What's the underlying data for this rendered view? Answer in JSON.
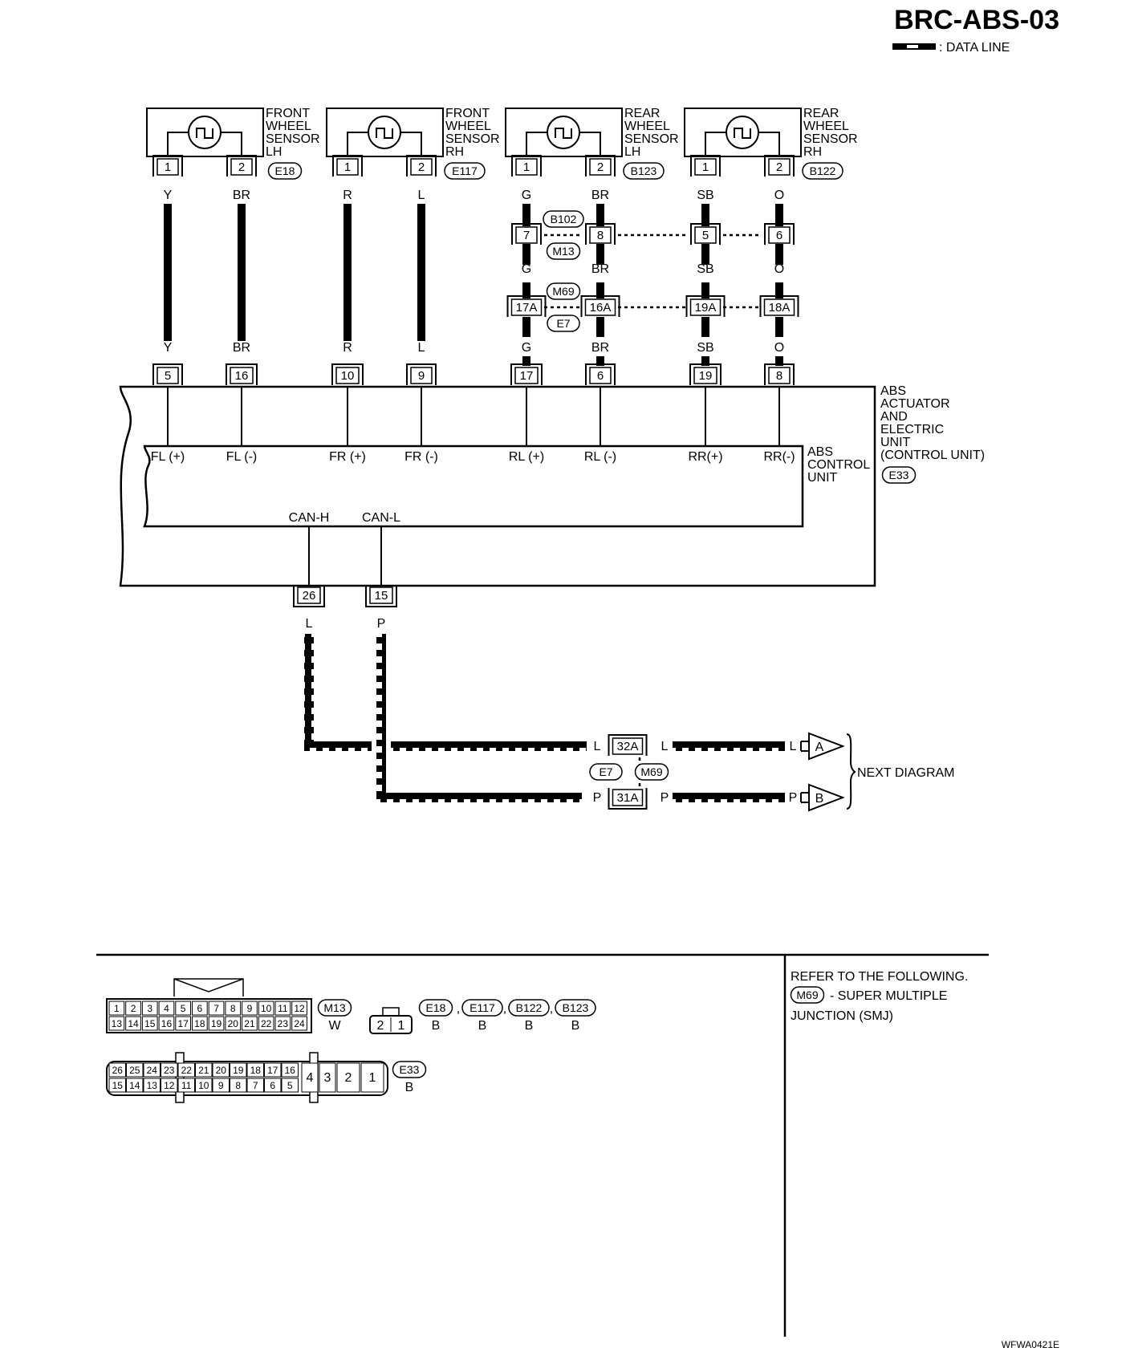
{
  "page": {
    "title": "BRC-ABS-03",
    "legend_label": ": DATA LINE",
    "footer_code": "WFWA0421E"
  },
  "sensors": [
    {
      "name": [
        "FRONT",
        "WHEEL",
        "SENSOR",
        "LH"
      ],
      "conn": "E18",
      "pin_a": "1",
      "pin_b": "2",
      "wire_a": "Y",
      "wire_b": "BR"
    },
    {
      "name": [
        "FRONT",
        "WHEEL",
        "SENSOR",
        "RH"
      ],
      "conn": "E117",
      "pin_a": "1",
      "pin_b": "2",
      "wire_a": "R",
      "wire_b": "L"
    },
    {
      "name": [
        "REAR",
        "WHEEL",
        "SENSOR",
        "LH"
      ],
      "conn": "B123",
      "pin_a": "1",
      "pin_b": "2",
      "wire_a": "G",
      "wire_b": "BR"
    },
    {
      "name": [
        "REAR",
        "WHEEL",
        "SENSOR",
        "RH"
      ],
      "conn": "B122",
      "pin_a": "1",
      "pin_b": "2",
      "wire_a": "SB",
      "wire_b": "O"
    }
  ],
  "junction1": {
    "conn_top": "B102",
    "conn_bottom": "M13",
    "pins": [
      "7",
      "8",
      "5",
      "6"
    ],
    "wires_below": [
      "G",
      "BR",
      "SB",
      "O"
    ]
  },
  "junction2": {
    "conn_top": "M69",
    "conn_bottom": "E7",
    "pins": [
      "17A",
      "16A",
      "19A",
      "18A"
    ],
    "wires_below": [
      "G",
      "BR",
      "SB",
      "O"
    ]
  },
  "unit": {
    "top_pins": [
      "5",
      "16",
      "10",
      "9",
      "17",
      "6",
      "19",
      "8"
    ],
    "top_wires": [
      "Y",
      "BR",
      "R",
      "L",
      "G",
      "BR",
      "SB",
      "O"
    ],
    "terminals": [
      "FL (+)",
      "FL (-)",
      "FR (+)",
      "FR (-)",
      "RL (+)",
      "RL (-)",
      "RR(+)",
      "RR(-)"
    ],
    "control_label": [
      "ABS",
      "CONTROL",
      "UNIT"
    ],
    "actuator_label": [
      "ABS",
      "ACTUATOR",
      "AND",
      "ELECTRIC",
      "UNIT",
      "(CONTROL UNIT)"
    ],
    "conn": "E33",
    "can_h": "CAN-H",
    "can_l": "CAN-L",
    "bottom_pins": [
      "26",
      "15"
    ],
    "bottom_wires": [
      "L",
      "P"
    ]
  },
  "can_junction": {
    "pin_top": "32A",
    "pin_bottom": "31A",
    "conn_left": "E7",
    "conn_right": "M69",
    "wire_top": "L",
    "wire_bottom": "P",
    "arrow_top": "A",
    "arrow_bottom": "B",
    "next_label": "NEXT DIAGRAM"
  },
  "connectors": {
    "m13_top": [
      "1",
      "2",
      "3",
      "4",
      "5",
      "6",
      "7",
      "8",
      "9",
      "10",
      "11",
      "12"
    ],
    "m13_bottom": [
      "13",
      "14",
      "15",
      "16",
      "17",
      "18",
      "19",
      "20",
      "21",
      "22",
      "23",
      "24"
    ],
    "m13_id": "M13",
    "m13_color": "W",
    "sensor_pins": [
      "2",
      "1"
    ],
    "sensor_ids": [
      "E18",
      "E117",
      "B122",
      "B123"
    ],
    "sensor_colors": [
      "B",
      "B",
      "B",
      "B"
    ],
    "sep": ",",
    "e33_top": [
      "26",
      "25",
      "24",
      "23",
      "22",
      "21",
      "20",
      "19",
      "18",
      "17",
      "16"
    ],
    "e33_bottom": [
      "15",
      "14",
      "13",
      "12",
      "11",
      "10",
      "9",
      "8",
      "7",
      "6",
      "5"
    ],
    "e33_big": [
      "4",
      "3",
      "2",
      "1"
    ],
    "e33_id": "E33",
    "e33_color": "B"
  },
  "refer": {
    "line1": "REFER TO THE FOLLOWING.",
    "conn": "M69",
    "line2": "- SUPER MULTIPLE",
    "line3": "JUNCTION (SMJ)"
  }
}
